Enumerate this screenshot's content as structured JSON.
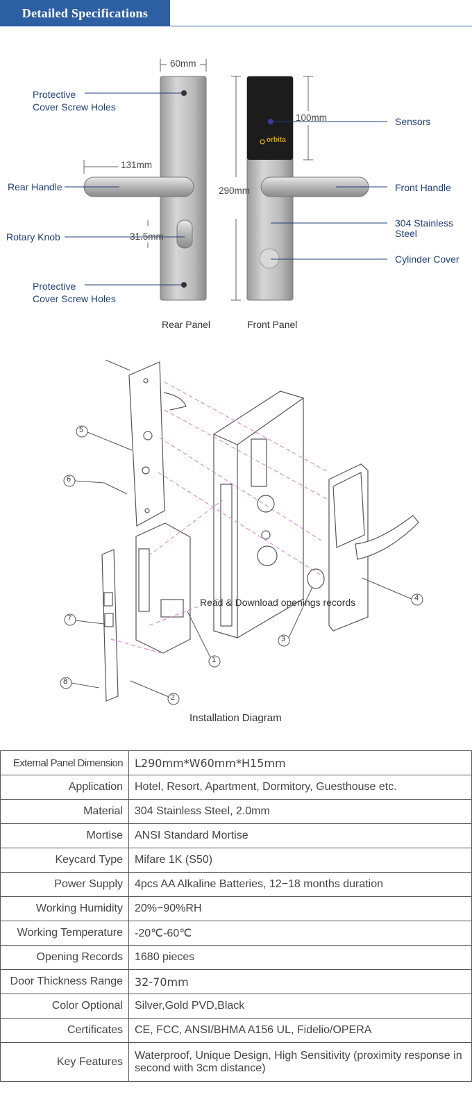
{
  "header": {
    "title": "Detailed Specifications"
  },
  "panels": {
    "rear_caption": "Rear Panel",
    "front_caption": "Front Panel",
    "dims": {
      "width": "60mm",
      "handle": "131mm",
      "height": "290mm",
      "sensor": "100mm",
      "knob": "31.5mm"
    },
    "left_labels": {
      "top_screw_1": "Protective",
      "top_screw_2": "Cover Screw Holes",
      "rear_handle": "Rear Handle",
      "rotary_knob": "Rotary Knob",
      "bottom_screw_1": "Protective",
      "bottom_screw_2": "Cover Screw Holes"
    },
    "right_labels": {
      "sensors": "Sensors",
      "front_handle": "Front Handle",
      "steel_1": "304 Stainless",
      "steel_2": "Steel",
      "cylinder": "Cylinder Cover"
    },
    "brand": "orbita"
  },
  "diagram": {
    "caption": "Installation Diagram",
    "overlay": "Read & Download openings records",
    "callouts": [
      "1",
      "2",
      "3",
      "4",
      "5",
      "6",
      "7",
      "8"
    ]
  },
  "specs": [
    {
      "key": "External Panel Dimension",
      "value": "L290mm*W60mm*H15mm"
    },
    {
      "key": "Application",
      "value": "Hotel, Resort, Apartment, Dormitory, Guesthouse etc."
    },
    {
      "key": "Material",
      "value": "304 Stainless Steel, 2.0mm"
    },
    {
      "key": "Mortise",
      "value": "ANSI Standard Mortise"
    },
    {
      "key": "Keycard Type",
      "value": "Mifare 1K (S50)"
    },
    {
      "key": "Power Supply",
      "value": "4pcs AA Alkaline Batteries, 12−18 months duration"
    },
    {
      "key": "Working Humidity",
      "value": "20%−90%RH"
    },
    {
      "key": "Working Temperature",
      "value": "-20℃-60℃"
    },
    {
      "key": "Opening Records",
      "value": "1680 pieces"
    },
    {
      "key": "Door Thickness Range",
      "value": "32-70mm"
    },
    {
      "key": "Color Optional",
      "value": "Silver,Gold PVD,Black"
    },
    {
      "key": "Certificates",
      "value": "CE, FCC, ANSI/BHMA A156 UL, Fidelio/OPERA"
    },
    {
      "key": "Key Features",
      "value": "Waterproof, Unique Design, High Sensitivity (proximity response in second with 3cm distance)"
    }
  ]
}
